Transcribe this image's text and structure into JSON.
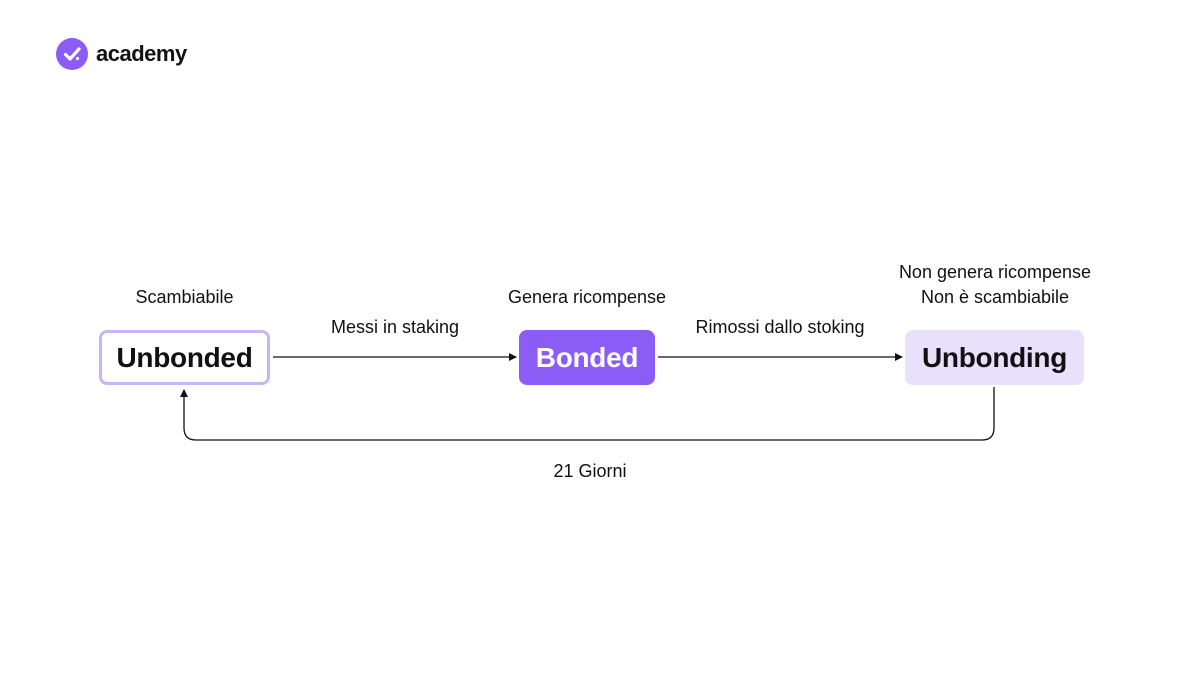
{
  "brand": {
    "name": "academy",
    "logo_icon": "check-badge-icon",
    "accent": "#8b5cf6"
  },
  "states": {
    "unbonded": {
      "label": "Unbonded",
      "note": "Scambiabile"
    },
    "bonded": {
      "label": "Bonded",
      "note": "Genera ricompense"
    },
    "unbonding": {
      "label": "Unbonding",
      "note_line1": "Non genera ricompense",
      "note_line2": "Non è scambiabile"
    }
  },
  "transitions": {
    "unbonded_to_bonded": "Messi in staking",
    "bonded_to_unbonding": "Rimossi dallo stoking",
    "unbonding_to_unbonded": "21 Giorni"
  },
  "colors": {
    "primary": "#8b5cf6",
    "light": "#e9e0fc",
    "outline": "#c9b4f7"
  }
}
